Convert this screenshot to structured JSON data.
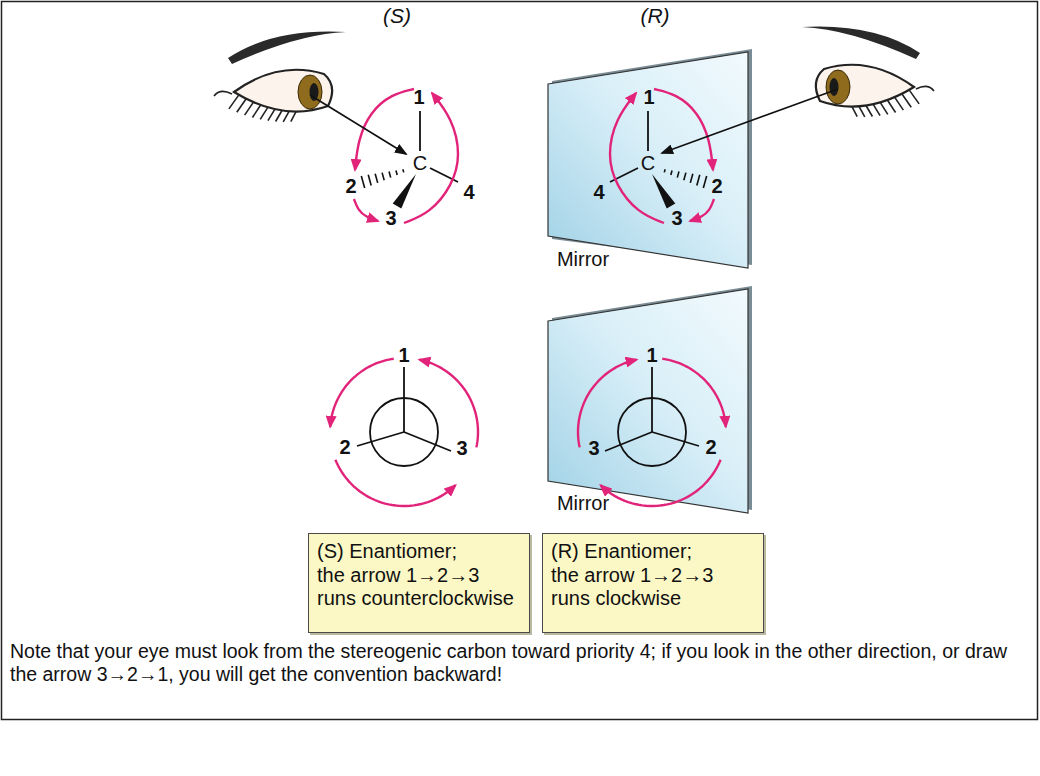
{
  "diagram": {
    "nodes": [
      {
        "text": [
          "(S) Enantiomer;",
          "the arrow 1→2→3 runs counterclockwise"
        ]
      },
      {
        "text": [
          "(R) Enantiomer;",
          "the arrow 1→2→3 runs clockwise"
        ]
      }
    ],
    "labels": [
      "(S)",
      "(R)",
      "1",
      "2",
      "3",
      "4",
      "C",
      "1",
      "C",
      "4",
      "2",
      "3",
      "Mirror",
      "1",
      "2",
      "3",
      "1",
      "3",
      "2",
      "Mirror",
      "Note that your eye must look from the stereogenic carbon toward priority 4; if you look in the other direction, or draw the arrow 3→2→1, you will get the convention backward!"
    ]
  }
}
